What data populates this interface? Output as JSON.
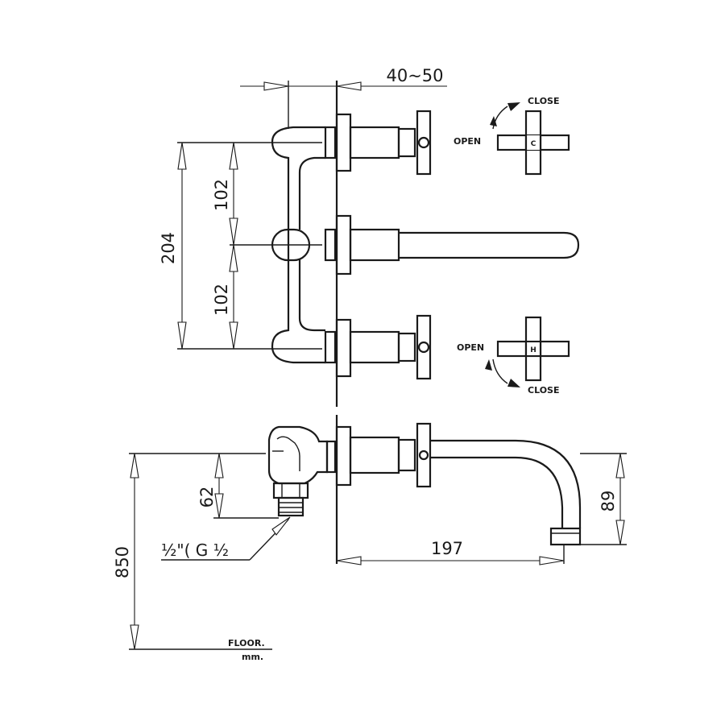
{
  "dimensions": {
    "wall_depth": "40~50",
    "top_gap": "102",
    "bottom_gap": "102",
    "total_spacing": "204",
    "inlet_height": "62",
    "spout_height": "89",
    "spout_length": "197",
    "floor_height": "850"
  },
  "labels": {
    "close_top": "CLOSE",
    "open_top": "OPEN",
    "open_bottom": "OPEN",
    "close_bottom": "CLOSE",
    "handle_top_mark": "C",
    "handle_bottom_mark": "H",
    "thread": "½\"( G ½",
    "floor": "FLOOR.",
    "unit": "mm."
  }
}
